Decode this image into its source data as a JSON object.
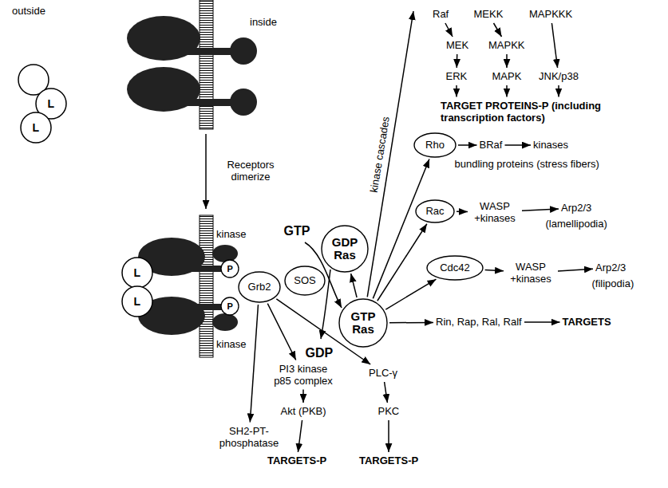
{
  "diagram": {
    "nodes": [
      {
        "text": [
          "Grb2"
        ]
      },
      {
        "text": [
          "SOS"
        ]
      },
      {
        "text": [
          "GDP Ras"
        ]
      },
      {
        "text": [
          "GTP Ras"
        ]
      },
      {
        "text": [
          "Rho"
        ]
      },
      {
        "text": [
          "Rac"
        ]
      },
      {
        "text": [
          "Cdc42"
        ]
      }
    ],
    "edges": [
      {
        "from": 3,
        "to": 2,
        "arrow": "to"
      },
      {
        "from": 3,
        "to": 4,
        "arrow": "to"
      },
      {
        "from": 3,
        "to": 5,
        "arrow": "to"
      },
      {
        "from": 3,
        "to": 6,
        "arrow": "to"
      }
    ],
    "labels": [
      "outside",
      "inside",
      "L",
      "L",
      "Receptors dimerize",
      "kinase",
      "P",
      "P",
      "kinase",
      "L",
      "L",
      "GTP",
      "GDP",
      "kinase cascades",
      "Raf",
      "MEKK",
      "MAPKKK",
      "MEK",
      "MAPKK",
      "ERK",
      "MAPK",
      "JNK/p38",
      "TARGET PROTEINS-P (including transcription factors)",
      "BRaf",
      "kinases",
      "bundling proteins (stress fibers)",
      "WASP +kinases",
      "Arp2/3",
      "(lamellipodia)",
      "WASP +kinases",
      "Arp2/3",
      "(filipodia)",
      "Rin, Rap, Ral, Ralf",
      "TARGETS",
      "SH2-PT-phosphatase",
      "PI3 kinase p85 complex",
      "PLC-γ",
      "Akt (PKB)",
      "PKC",
      "TARGETS-P",
      "TARGETS-P"
    ]
  }
}
